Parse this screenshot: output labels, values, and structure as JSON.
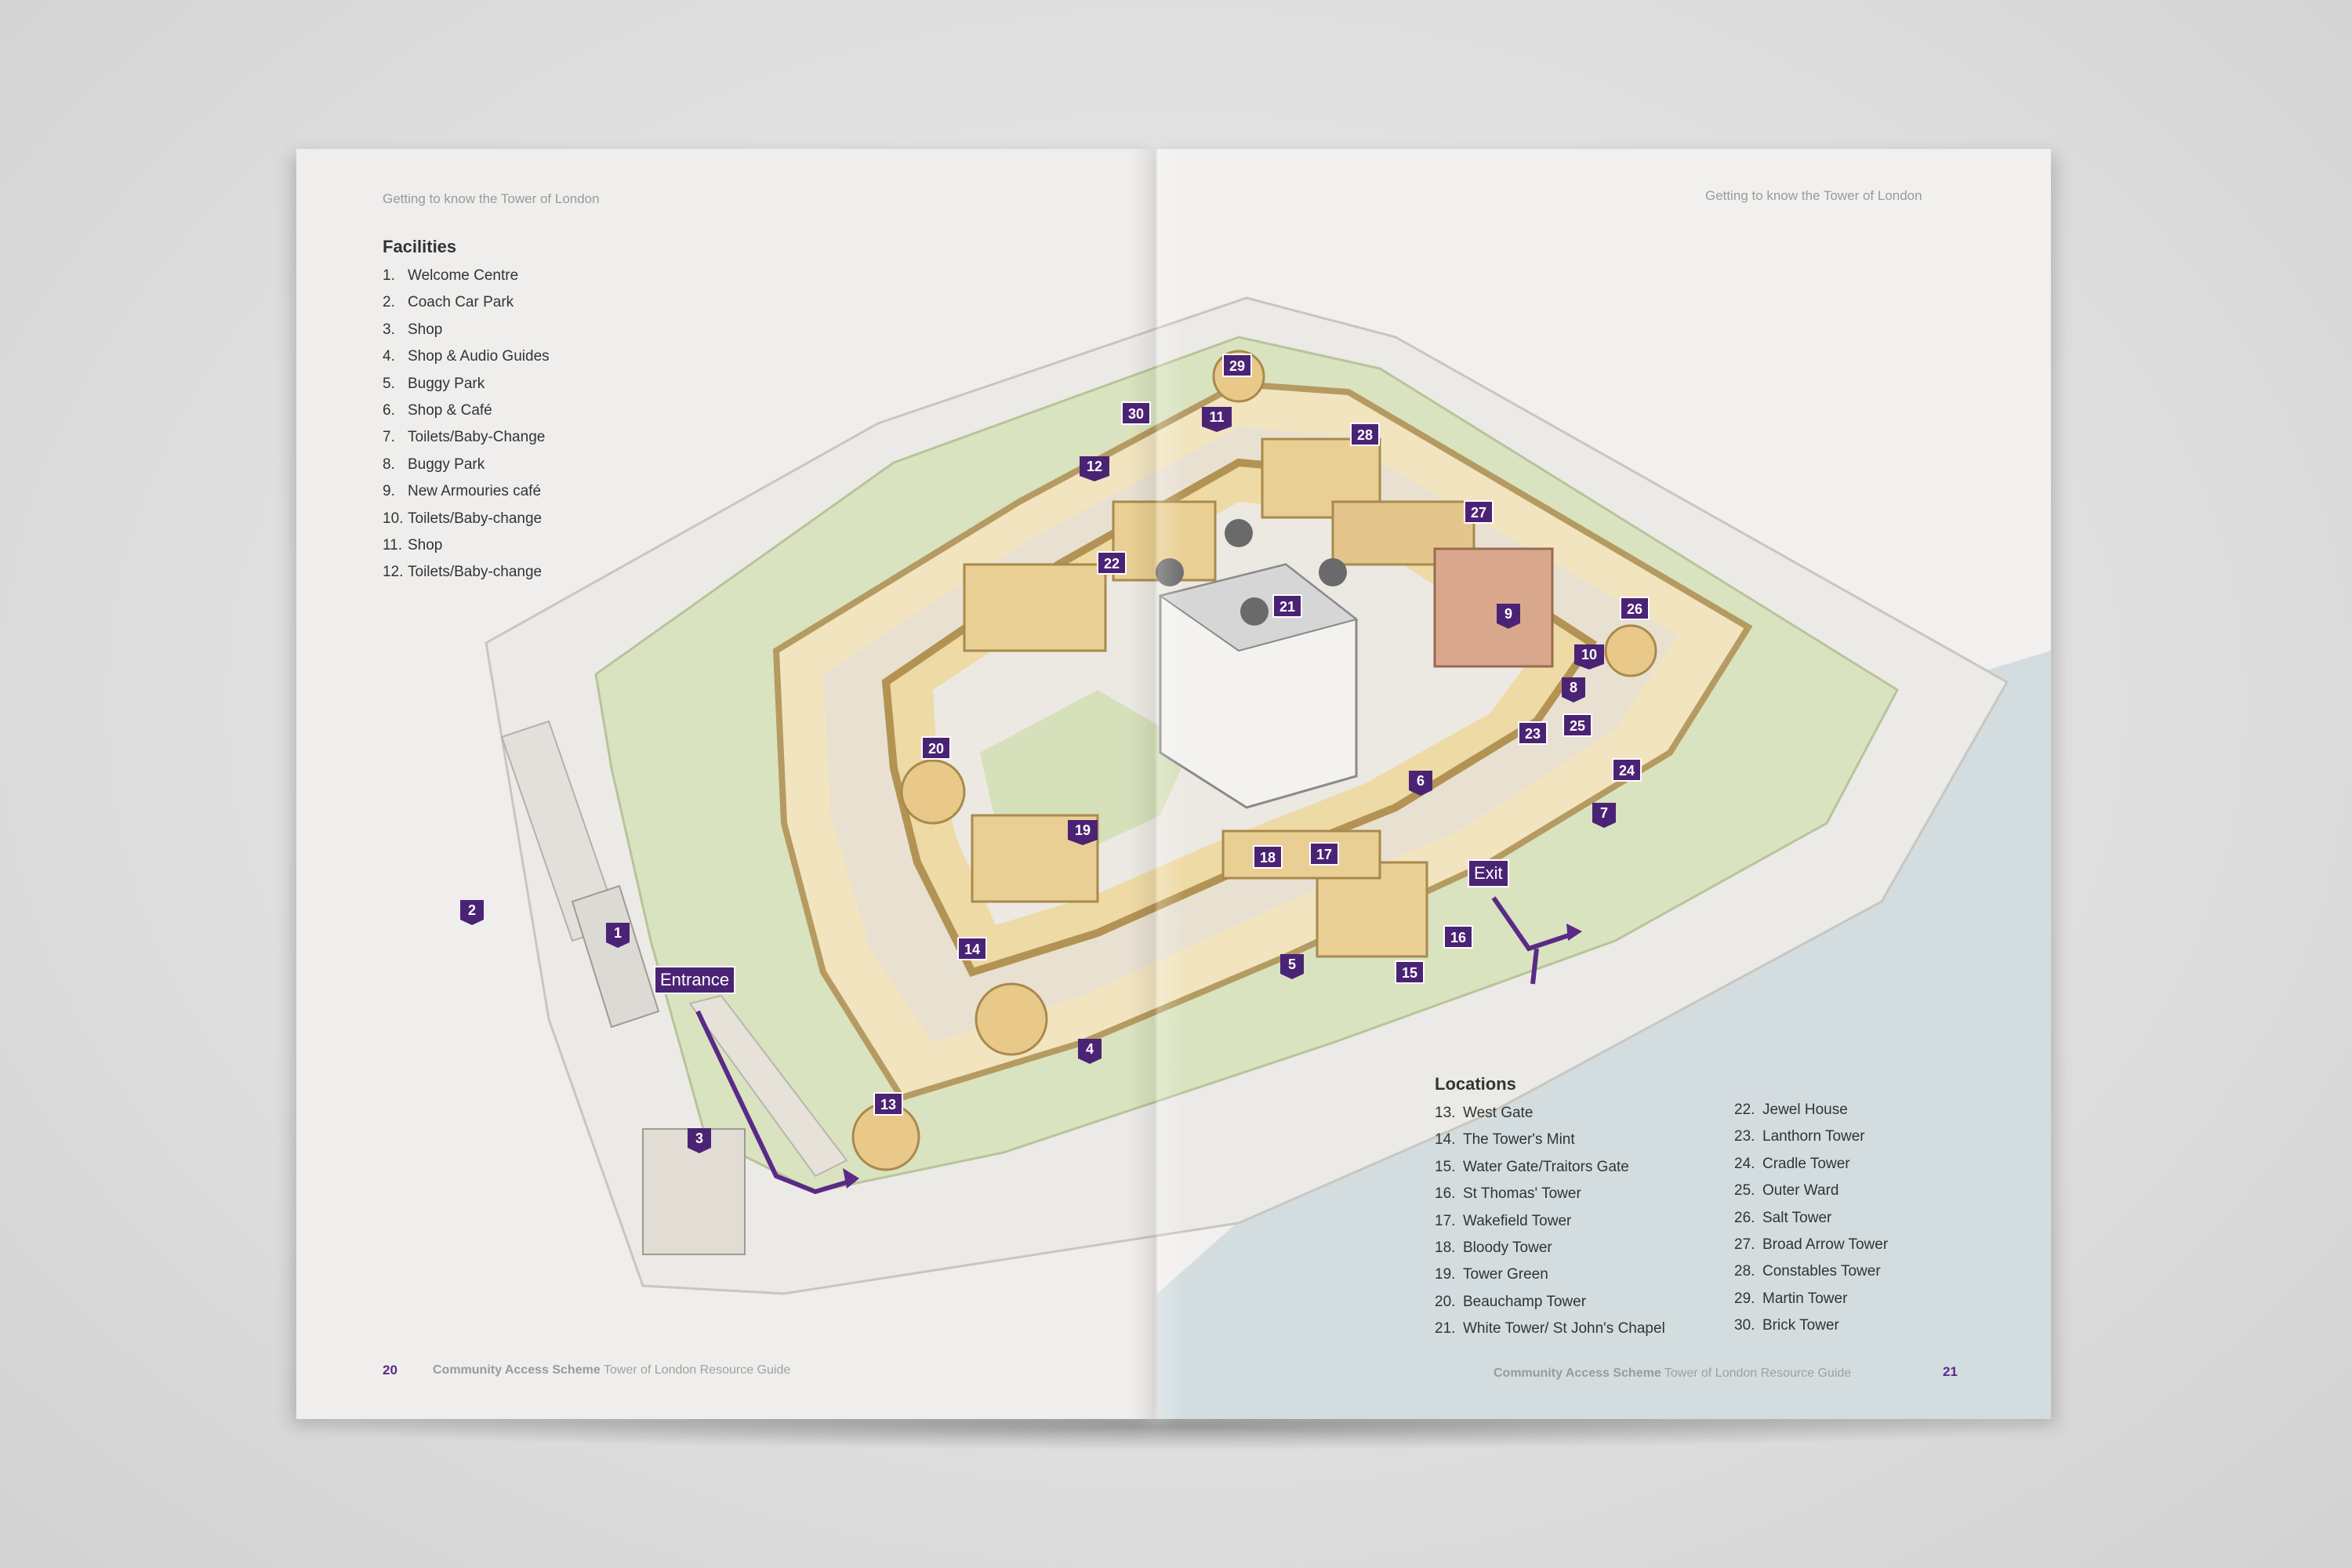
{
  "running_head": "Getting to know the Tower of London",
  "facilities": {
    "title": "Facilities",
    "items": [
      {
        "num": "1.",
        "label": "Welcome Centre"
      },
      {
        "num": "2.",
        "label": "Coach Car Park"
      },
      {
        "num": "3.",
        "label": "Shop"
      },
      {
        "num": "4.",
        "label": "Shop & Audio Guides"
      },
      {
        "num": "5.",
        "label": "Buggy Park"
      },
      {
        "num": "6.",
        "label": "Shop & Café"
      },
      {
        "num": "7.",
        "label": "Toilets/Baby-Change"
      },
      {
        "num": "8.",
        "label": "Buggy Park"
      },
      {
        "num": "9.",
        "label": "New Armouries café"
      },
      {
        "num": "10.",
        "label": "Toilets/Baby-change"
      },
      {
        "num": "11.",
        "label": "Shop"
      },
      {
        "num": "12.",
        "label": "Toilets/Baby-change"
      }
    ]
  },
  "locations": {
    "title": "Locations",
    "col1": [
      {
        "num": "13.",
        "label": "West Gate"
      },
      {
        "num": "14.",
        "label": "The Tower's Mint"
      },
      {
        "num": "15.",
        "label": "Water Gate/Traitors Gate"
      },
      {
        "num": "16.",
        "label": "St Thomas' Tower"
      },
      {
        "num": "17.",
        "label": "Wakefield Tower"
      },
      {
        "num": "18.",
        "label": "Bloody Tower"
      },
      {
        "num": "19.",
        "label": "Tower Green"
      },
      {
        "num": "20.",
        "label": "Beauchamp Tower"
      },
      {
        "num": "21.",
        "label": "White Tower/ St John's Chapel"
      }
    ],
    "col2": [
      {
        "num": "22.",
        "label": "Jewel House"
      },
      {
        "num": "23.",
        "label": "Lanthorn Tower"
      },
      {
        "num": "24.",
        "label": "Cradle Tower"
      },
      {
        "num": "25.",
        "label": "Outer Ward"
      },
      {
        "num": "26.",
        "label": "Salt Tower"
      },
      {
        "num": "27.",
        "label": "Broad Arrow Tower"
      },
      {
        "num": "28.",
        "label": "Constables Tower"
      },
      {
        "num": "29.",
        "label": "Martin Tower"
      },
      {
        "num": "30.",
        "label": "Brick Tower"
      }
    ]
  },
  "map": {
    "entrance_label": "Entrance",
    "exit_label": "Exit",
    "markers": [
      "1",
      "2",
      "3",
      "4",
      "5",
      "6",
      "7",
      "8",
      "9",
      "10",
      "11",
      "12",
      "13",
      "14",
      "15",
      "16",
      "17",
      "18",
      "19",
      "20",
      "21",
      "22",
      "23",
      "24",
      "25",
      "26",
      "27",
      "28",
      "29",
      "30"
    ],
    "colors": {
      "marker": "#4b2374",
      "route": "#5a2a86",
      "lawn": "#d9e3bf",
      "stone": "#e8cf94",
      "water": "#d3dde0"
    }
  },
  "footer": {
    "left_page_number": "20",
    "right_page_number": "21",
    "scheme": "Community Access Scheme",
    "guide": "Tower of London Resource Guide"
  }
}
